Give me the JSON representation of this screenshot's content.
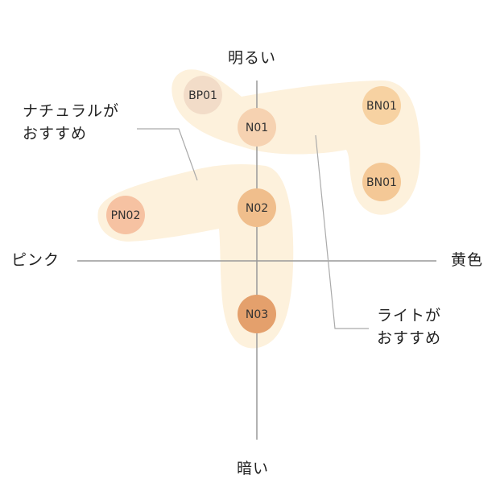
{
  "axes": {
    "top": "明るい",
    "bottom": "暗い",
    "left": "ピンク",
    "right": "黄色"
  },
  "colors": {
    "group_fill": "#FDF1DC",
    "axis": "#999999",
    "leader": "#AAAAAA"
  },
  "groups": [
    {
      "id": "natural",
      "lines": [
        "ナチュラルが",
        "おすすめ"
      ]
    },
    {
      "id": "light",
      "lines": [
        "ライトが",
        "おすすめ"
      ]
    }
  ],
  "shades": [
    {
      "label": "BP01",
      "color": "#F2DCC8"
    },
    {
      "label": "N01",
      "color": "#F6D2B1"
    },
    {
      "label": "BN01",
      "color": "#F7D2A2"
    },
    {
      "label": "BN01",
      "color": "#F4C896"
    },
    {
      "label": "N02",
      "color": "#F0BE8C"
    },
    {
      "label": "PN02",
      "color": "#F6C2A2"
    },
    {
      "label": "N03",
      "color": "#E4A06C"
    }
  ]
}
